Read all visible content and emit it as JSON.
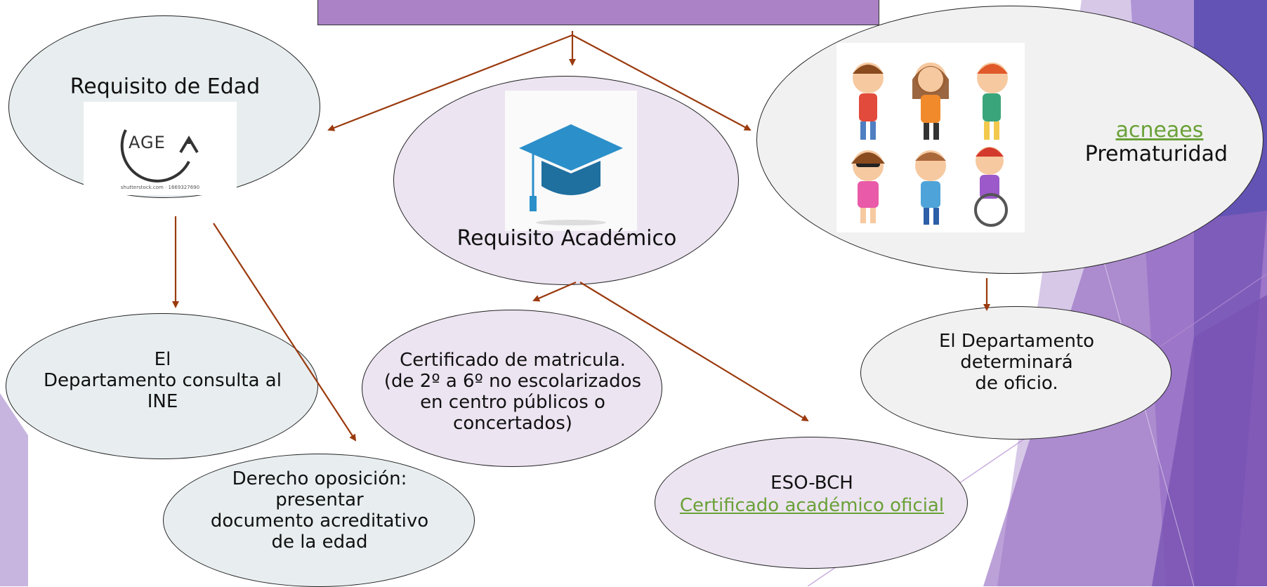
{
  "nodes": {
    "edad": {
      "title": "Requisito de Edad",
      "logo_text": "AGE",
      "credit": "shutterstock.com · 1669327690"
    },
    "academico": {
      "title": "Requisito Académico"
    },
    "acneaes": {
      "link": "acneaes",
      "text": "Prematuridad"
    },
    "ine": {
      "text": "El\nDepartamento consulta al\nINE"
    },
    "oposicion": {
      "text": "Derecho oposición:\npresentar\ndocumento acreditativo\nde la edad"
    },
    "matricula": {
      "text": "Certificado de matricula.\n(de 2º a 6º no escolarizados\nen centro públicos o\nconcertados)"
    },
    "eso": {
      "title": "ESO-BCH",
      "link": "Certificado académico oficial"
    },
    "departamento": {
      "text": "El Departamento\ndeterminará\nde oficio."
    }
  },
  "colors": {
    "arrow": "#9a3a0e",
    "link": "#6aa138",
    "header": "#ab82c5"
  }
}
